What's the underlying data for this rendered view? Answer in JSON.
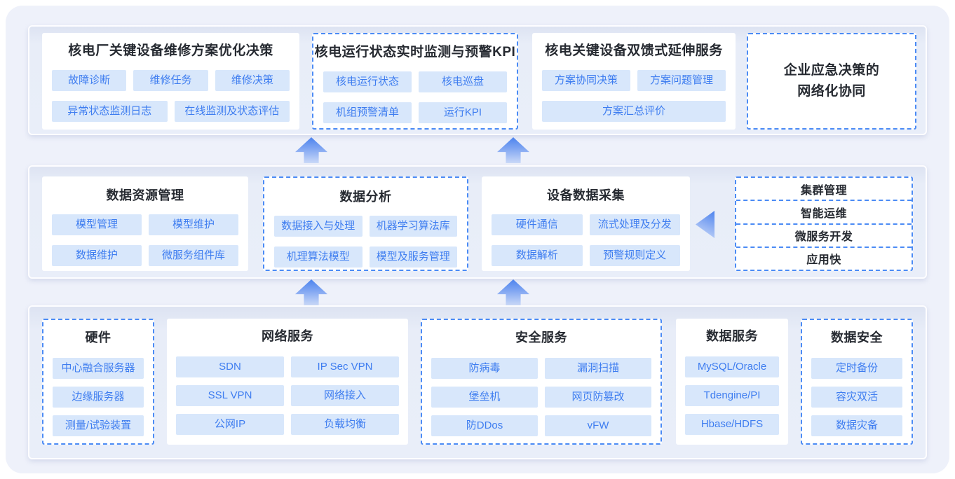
{
  "colors": {
    "accent_blue": "#3e7df0",
    "tag_background": "#d8e7fb",
    "dashed_border": "#4b8bf5",
    "panel_background": "#e9eef9",
    "frame_background": "#eef1fa",
    "title_text": "#262a31",
    "arrow_gradient_top": "#4c83ee",
    "arrow_gradient_bottom": "#cad9f8"
  },
  "app_layer": {
    "maintenance": {
      "title": "核电厂关键设备维修方案优化决策",
      "tags": [
        "故障诊断",
        "维修任务",
        "维修决策",
        "异常状态监测日志",
        "在线监测及状态评估"
      ]
    },
    "monitoring": {
      "title": "核电运行状态实时监测与预警KPI",
      "tags": [
        "核电运行状态",
        "核电巡盘",
        "机组预警清单",
        "运行KPI"
      ]
    },
    "extension": {
      "title": "核电关键设备双馈式延伸服务",
      "tags": [
        "方案协同决策",
        "方案问题管理",
        "方案汇总评价"
      ]
    },
    "emergency": {
      "title_line1": "企业应急决策的",
      "title_line2": "网络化协同"
    }
  },
  "platform_layer": {
    "data_resource": {
      "title": "数据资源管理",
      "tags": [
        "模型管理",
        "模型维护",
        "数据维护",
        "微服务组件库"
      ]
    },
    "data_analysis": {
      "title": "数据分析",
      "tags": [
        "数据接入与处理",
        "机器学习算法库",
        "机理算法模型",
        "模型及服务管理"
      ]
    },
    "data_collection": {
      "title": "设备数据采集",
      "tags": [
        "硬件通信",
        "流式处理及分发",
        "数据解析",
        "预警规则定义"
      ]
    },
    "service_list": {
      "items": [
        "集群管理",
        "智能运维",
        "微服务开发",
        "应用快"
      ]
    }
  },
  "infra_layer": {
    "hardware": {
      "title": "硬件",
      "tags": [
        "中心融合服务器",
        "边缘服务器",
        "测量/试验装置"
      ]
    },
    "network": {
      "title": "网络服务",
      "tags": [
        "SDN",
        "IP Sec VPN",
        "SSL VPN",
        "网络接入",
        "公网IP",
        "负载均衡"
      ]
    },
    "security": {
      "title": "安全服务",
      "tags": [
        "防病毒",
        "漏洞扫描",
        "堡垒机",
        "网页防篡改",
        "防DDos",
        "vFW"
      ]
    },
    "data_service": {
      "title": "数据服务",
      "tags": [
        "MySQL/Oracle",
        "Tdengine/PI",
        "Hbase/HDFS"
      ]
    },
    "data_security": {
      "title": "数据安全",
      "tags": [
        "定时备份",
        "容灾双活",
        "数据灾备"
      ]
    }
  }
}
